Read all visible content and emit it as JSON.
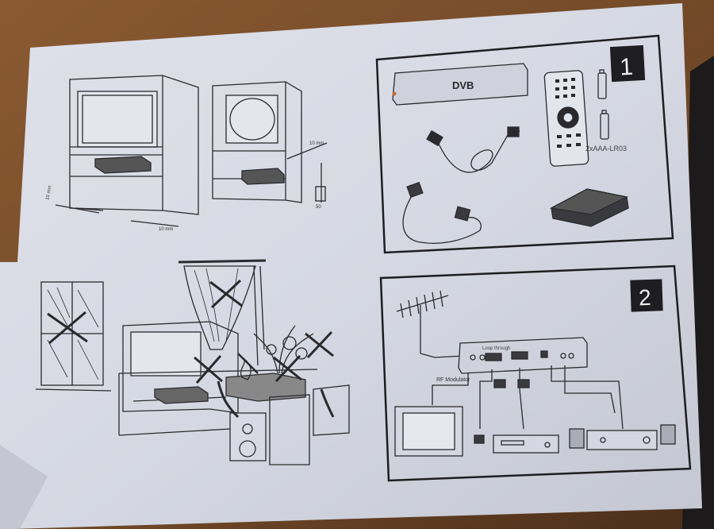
{
  "panel_1": {
    "number": "1",
    "dvb_logo": "DVB",
    "battery_text": "2xAAA-LR03"
  },
  "panel_2": {
    "number": "2",
    "box_label": "Loop through",
    "rf_label": "RF Modulator"
  },
  "placement_guide": {
    "dim_left": "10 mm",
    "dim_mid": "10 mm",
    "dim_right": "10 mm",
    "dim_side": "50"
  },
  "colors": {
    "paper": "#d9dce6",
    "paper_shadow": "#b9bcc6",
    "ink": "#1e1e22",
    "wood": "#7a5230",
    "dark_corner": "#1c1a1a"
  },
  "icons": [
    "tv-cabinet",
    "receiver-box",
    "power-cable",
    "scart-cable",
    "remote-control",
    "batteries",
    "manual-booklet",
    "antenna",
    "window",
    "curtain",
    "speaker",
    "plant",
    "vcr",
    "amplifier"
  ]
}
